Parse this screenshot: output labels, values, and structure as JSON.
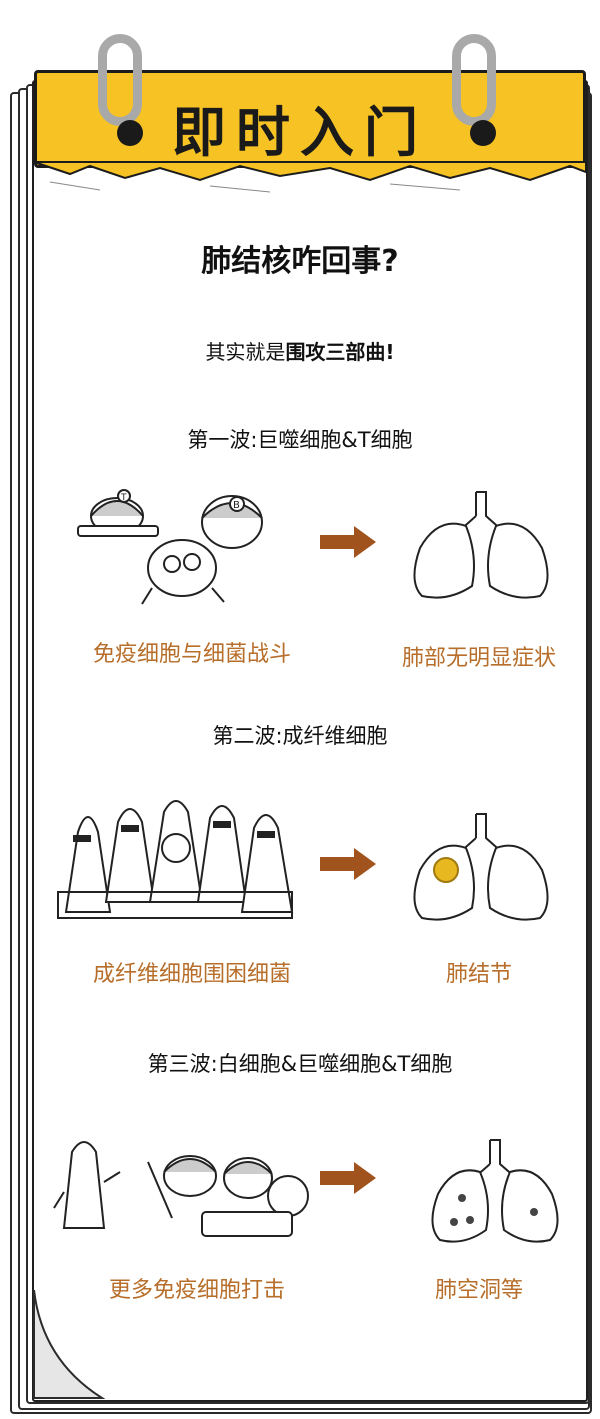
{
  "header": {
    "title": "即时入门"
  },
  "main": {
    "question": "肺结核咋回事?",
    "intro_prefix": "其实就是",
    "intro_bold": "围攻三部曲!"
  },
  "waves": [
    {
      "heading": "第一波:巨噬细胞&T细胞",
      "left_caption": "免疫细胞与细菌战斗",
      "right_caption": "肺部无明显症状"
    },
    {
      "heading": "第二波:成纤维细胞",
      "left_caption": "成纤维细胞围困细菌",
      "right_caption": "肺结节"
    },
    {
      "heading": "第三波:白细胞&巨噬细胞&T细胞",
      "left_caption": "更多免疫细胞打击",
      "right_caption": "肺空洞等"
    }
  ],
  "colors": {
    "header_yellow": "#f6c224",
    "caption_orange": "#b76e2a",
    "arrow_brown": "#a0531c",
    "nodule_yellow": "#e8b820"
  }
}
